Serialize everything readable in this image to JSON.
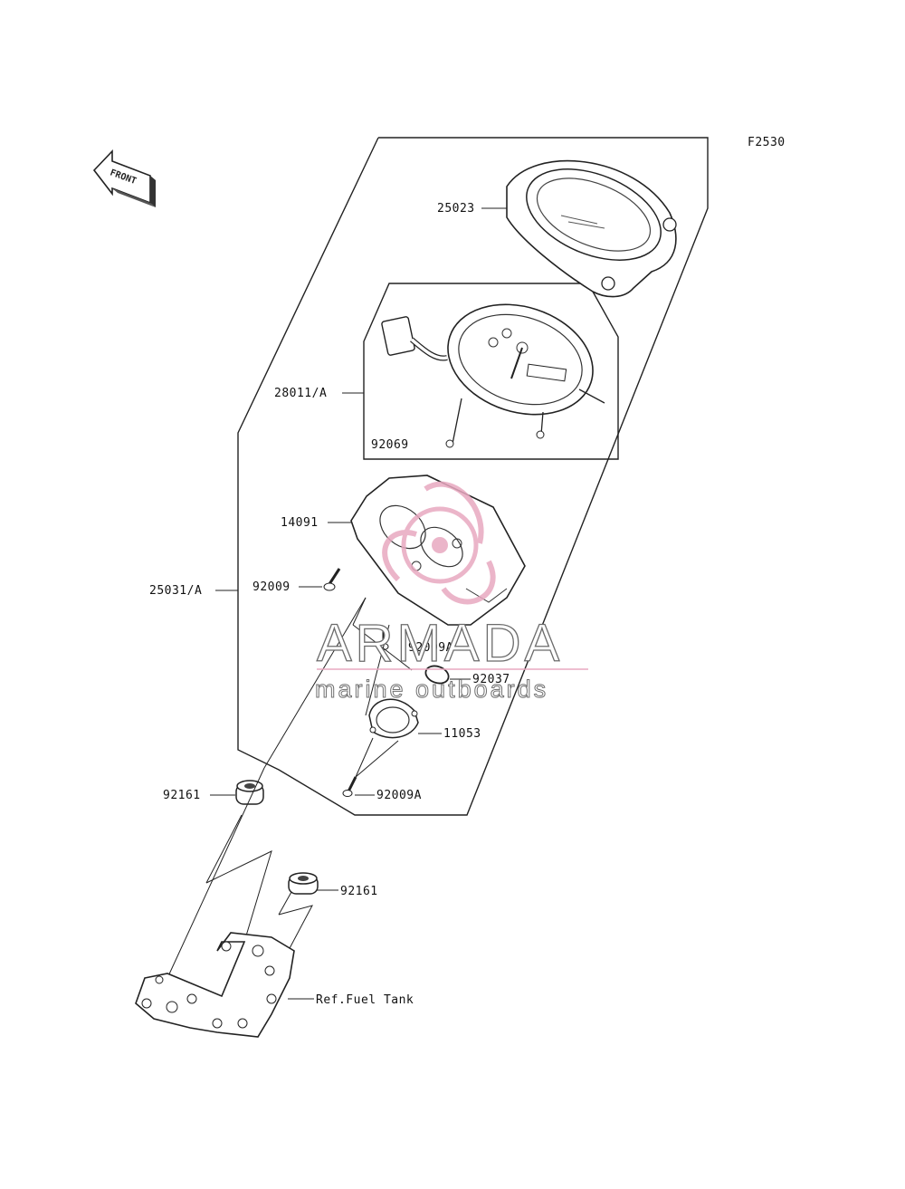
{
  "figure_code": "F2530",
  "front_badge": "FRONT",
  "parts": {
    "meter_lens_case": "25023",
    "meter_assembly": "28011/A",
    "bulb": "92069",
    "meter_case": "14091",
    "screw_upper": "92009",
    "screw_a_upper": "92009A",
    "clamp": "92037",
    "bracket_plate": "11053",
    "screw_a_lower": "92009A",
    "grommet_left": "92161",
    "grommet_right": "92161",
    "fuel_tank_ref": "Ref.Fuel Tank",
    "meter_kit": "25031/A"
  },
  "watermark": {
    "brand": "ARMADA",
    "tagline": "marine outboards",
    "logo_color": "#e8a9c0"
  }
}
